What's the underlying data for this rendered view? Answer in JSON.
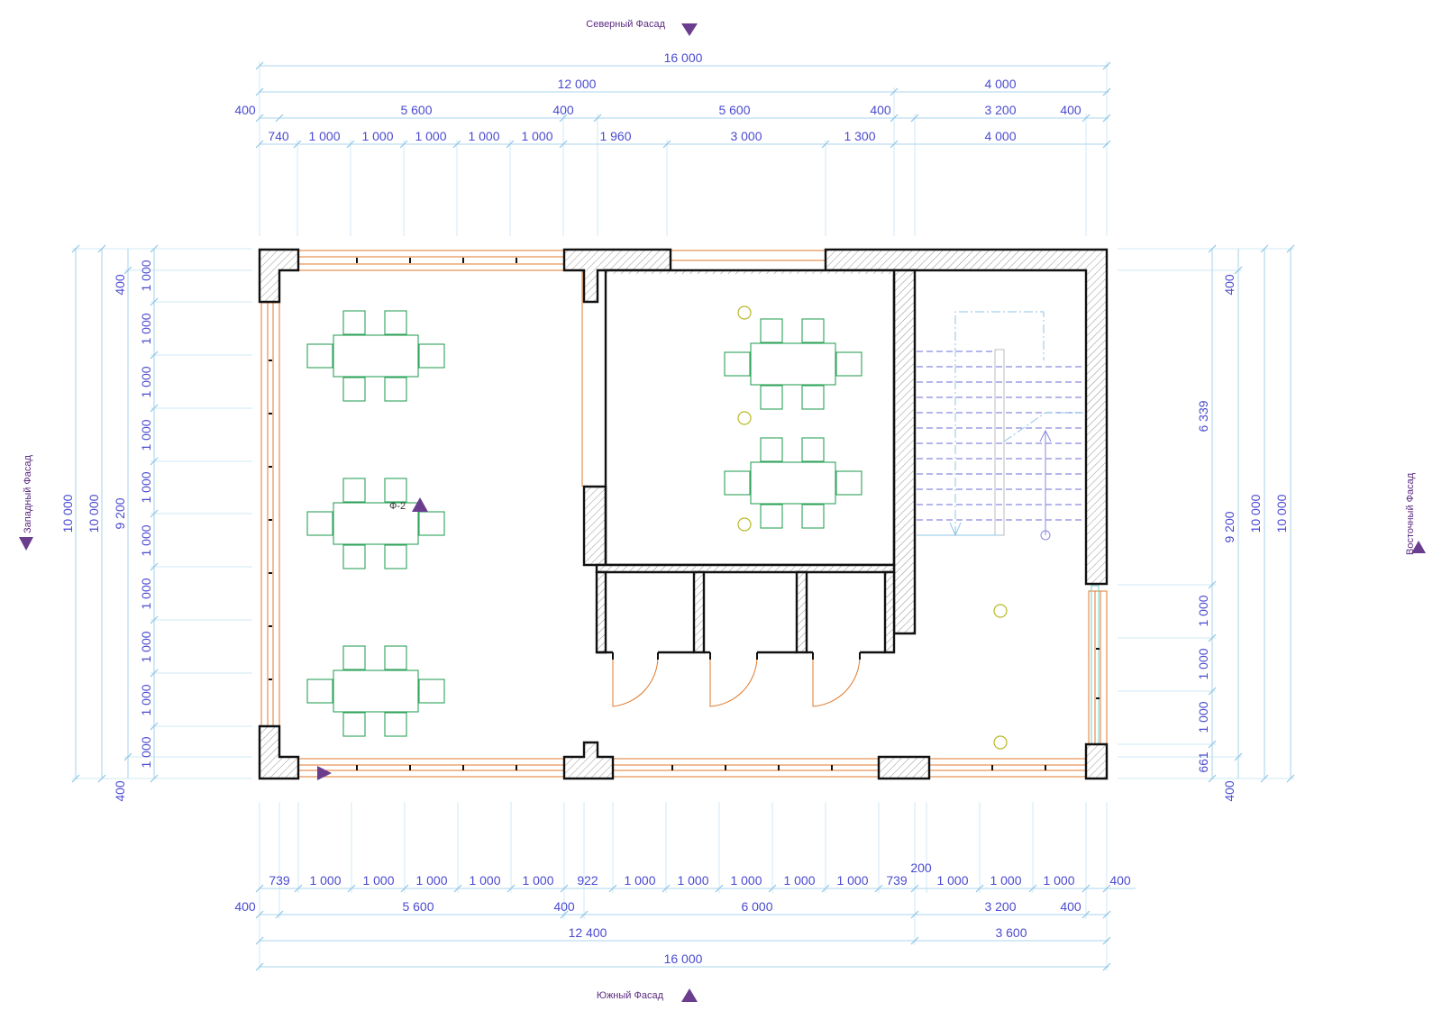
{
  "facades": {
    "north": "Северный Фасад",
    "south": "Южный Фасад",
    "west": "Западный Фасад",
    "east": "Восточный Фасад"
  },
  "section_marker": "Ф-2",
  "dimensions": {
    "top": {
      "row1": [
        "16 000"
      ],
      "row2": [
        "12 000",
        "4 000"
      ],
      "row3": [
        "400",
        "5 600",
        "400",
        "5 600",
        "400",
        "3 200",
        "400"
      ],
      "row4": [
        "740",
        "1 000",
        "1 000",
        "1 000",
        "1 000",
        "1 000",
        "1 960",
        "3 000",
        "1 300",
        "4 000"
      ]
    },
    "bottom": {
      "row1": [
        "739",
        "1 000",
        "1 000",
        "1 000",
        "1 000",
        "1 000",
        "922",
        "1 000",
        "1 000",
        "1 000",
        "1 000",
        "1 000",
        "739",
        "1 000",
        "1 000",
        "1 000",
        "400"
      ],
      "extra": "200",
      "row2": [
        "400",
        "5 600",
        "400",
        "6 000",
        "3 200",
        "400"
      ],
      "row3": [
        "12 400",
        "3 600"
      ],
      "row4": [
        "16 000"
      ]
    },
    "left": {
      "outer1": "10 000",
      "outer2": "10 000",
      "mid": "9 200",
      "small": [
        "400",
        "400"
      ],
      "inner": [
        "1 000",
        "1 000",
        "1 000",
        "1 000",
        "1 000",
        "1 000",
        "1 000",
        "1 000",
        "1 000",
        "1 000"
      ]
    },
    "right": {
      "outer1": "10 000",
      "outer2": "10 000",
      "mid": "9 200",
      "small": [
        "400",
        "400"
      ],
      "inner": [
        "6 339",
        "1 000",
        "1 000",
        "1 000",
        "661"
      ]
    }
  },
  "colors": {
    "dimension_text": "#4b4bd0",
    "dimension_line": "#8fc6e6",
    "wall": "#111111",
    "window": "#e07a2c",
    "furniture": "#2ea35a",
    "lamp": "#b8b82a",
    "stair": "#8a8ae0",
    "facade_marker": "#6a3d8f"
  }
}
